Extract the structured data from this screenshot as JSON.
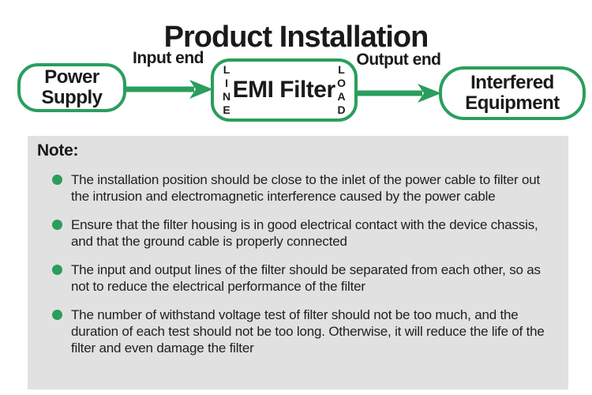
{
  "title": "Product Installation",
  "colors": {
    "green": "#2a9e5c",
    "panel_bg": "#e1e1e1",
    "text": "#1a1a1a"
  },
  "diagram": {
    "power_supply": {
      "line1": "Power",
      "line2": "Supply"
    },
    "input_label": "Input end",
    "emi_filter": {
      "label": "EMI Filter",
      "left_port": "L\nI\nN\nE",
      "right_port": "L\nO\nA\nD"
    },
    "output_label": "Output end",
    "interfered": {
      "line1": "Interfered",
      "line2": "Equipment"
    }
  },
  "note": {
    "heading": "Note:",
    "items": [
      "The installation position should be close to the inlet of the power cable to filter out the intrusion and electromagnetic interference caused by the power cable",
      "Ensure that the filter housing is in good electrical contact with the device chassis, and that the ground cable is properly connected",
      "The input and output lines of the filter should be separated from each other, so as not to reduce the electrical performance of the filter",
      "The number of withstand voltage test of filter should not be too much, and the duration of each test should not be too long. Otherwise, it will reduce the life of the filter and even damage the filter"
    ]
  }
}
